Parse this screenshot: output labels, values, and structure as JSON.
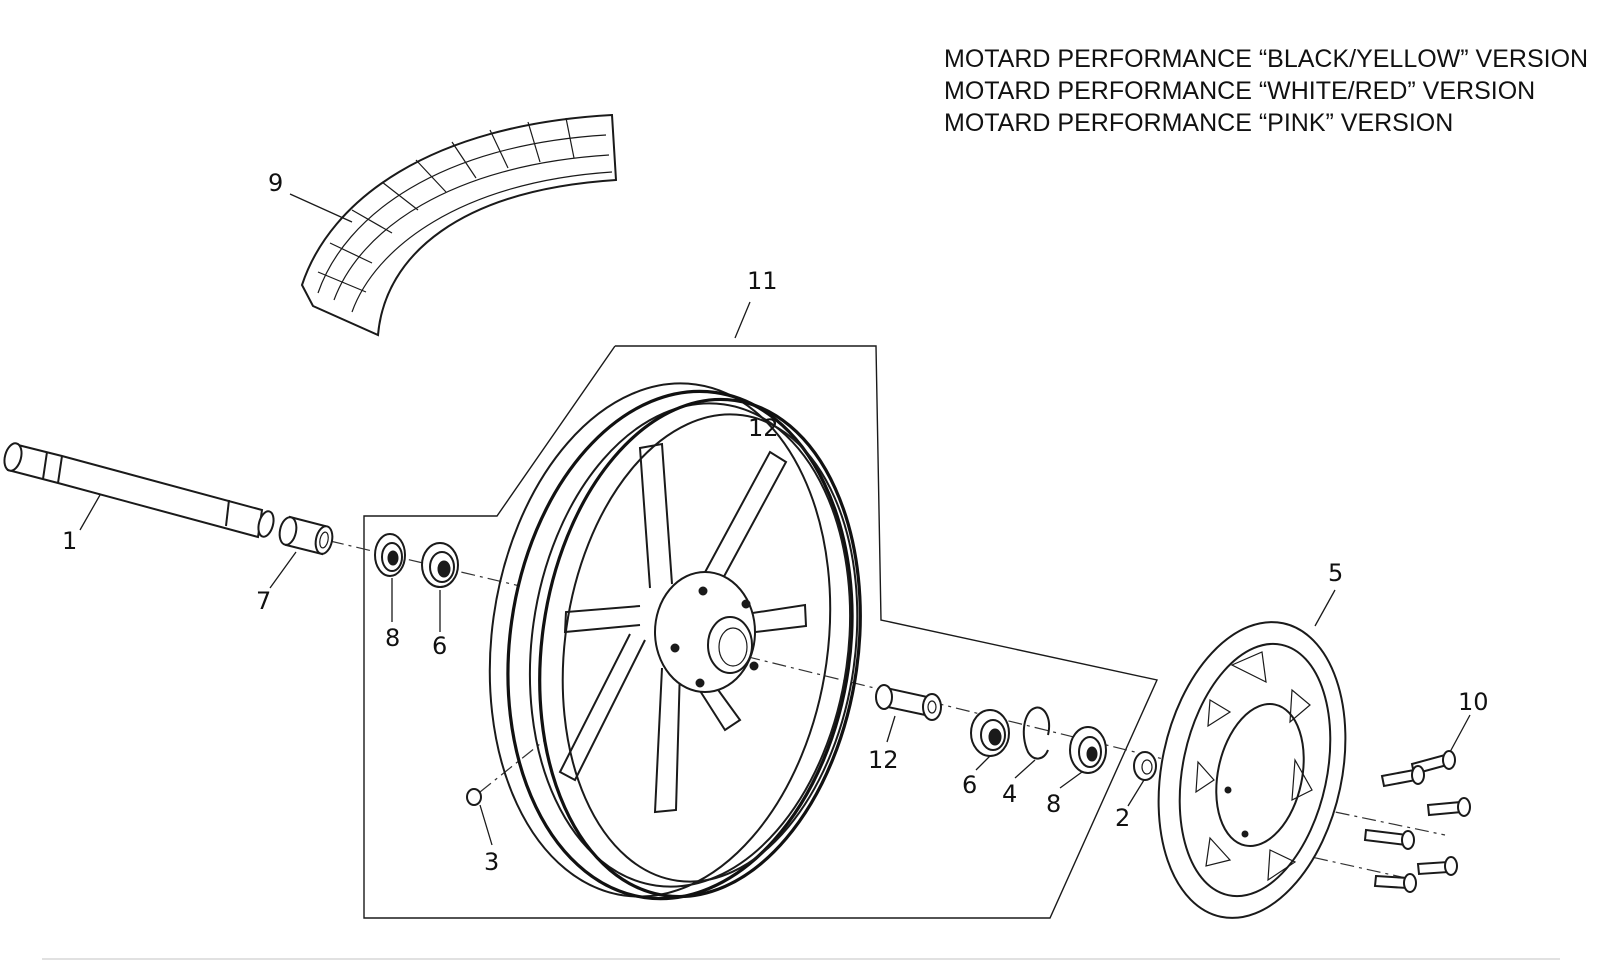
{
  "header": {
    "lines": [
      "MOTARD PERFORMANCE “BLACK/YELLOW” VERSION",
      "MOTARD PERFORMANCE “WHITE/RED” VERSION",
      "MOTARD PERFORMANCE “PINK” VERSION"
    ]
  },
  "callouts": {
    "axle": "1",
    "spacer_right": "2",
    "valve": "3",
    "circlip": "4",
    "brake_disc": "5",
    "bearing_left": "6",
    "bearing_right": "6",
    "spacer_left": "7",
    "seal_left": "8",
    "seal_right": "8",
    "tyre": "9",
    "screws": "10",
    "wheel_assembly": "11",
    "hub_spacer": "12",
    "hub_spacer_inside": "12"
  },
  "parts": {
    "axle": "axle-shaft",
    "spacer_left": "left-spacer",
    "seal_left": "left-oil-seal",
    "bearing_left": "left-bearing",
    "wheel": "front-rim",
    "valve": "tyre-valve",
    "hub_spacer": "inner-spacer",
    "bearing_right": "right-bearing",
    "circlip": "circlip",
    "seal_right": "right-oil-seal",
    "spacer_right": "right-spacer",
    "brake_disc": "brake-disc",
    "screws": "disc-screws",
    "tyre": "tyre"
  }
}
